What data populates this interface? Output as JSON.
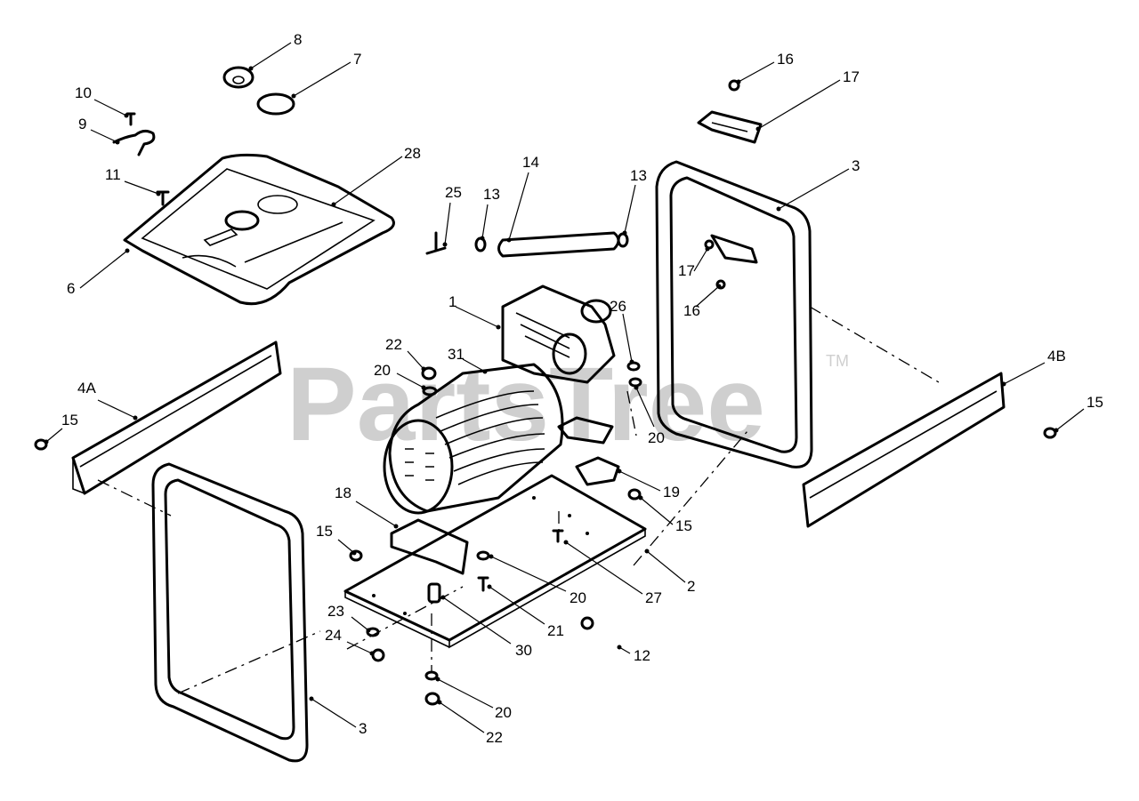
{
  "watermark": {
    "text": "PartsTree",
    "trademark": "TM"
  },
  "callouts": [
    {
      "id": "c-8",
      "label": "8"
    },
    {
      "id": "c-7",
      "label": "7"
    },
    {
      "id": "c-10",
      "label": "10"
    },
    {
      "id": "c-9",
      "label": "9"
    },
    {
      "id": "c-11",
      "label": "11"
    },
    {
      "id": "c-28",
      "label": "28"
    },
    {
      "id": "c-6",
      "label": "6"
    },
    {
      "id": "c-25",
      "label": "25"
    },
    {
      "id": "c-13a",
      "label": "13"
    },
    {
      "id": "c-14",
      "label": "14"
    },
    {
      "id": "c-13b",
      "label": "13"
    },
    {
      "id": "c-16a",
      "label": "16"
    },
    {
      "id": "c-17a",
      "label": "17"
    },
    {
      "id": "c-3a",
      "label": "3"
    },
    {
      "id": "c-17b",
      "label": "17"
    },
    {
      "id": "c-16b",
      "label": "16"
    },
    {
      "id": "c-1",
      "label": "1"
    },
    {
      "id": "c-26",
      "label": "26"
    },
    {
      "id": "c-22a",
      "label": "22"
    },
    {
      "id": "c-31",
      "label": "31"
    },
    {
      "id": "c-20a",
      "label": "20"
    },
    {
      "id": "c-20b",
      "label": "20"
    },
    {
      "id": "c-4A",
      "label": "4A"
    },
    {
      "id": "c-15a",
      "label": "15"
    },
    {
      "id": "c-4B",
      "label": "4B"
    },
    {
      "id": "c-15b",
      "label": "15"
    },
    {
      "id": "c-18",
      "label": "18"
    },
    {
      "id": "c-19",
      "label": "19"
    },
    {
      "id": "c-15c",
      "label": "15"
    },
    {
      "id": "c-15d",
      "label": "15"
    },
    {
      "id": "c-2",
      "label": "2"
    },
    {
      "id": "c-27",
      "label": "27"
    },
    {
      "id": "c-20c",
      "label": "20"
    },
    {
      "id": "c-21",
      "label": "21"
    },
    {
      "id": "c-23",
      "label": "23"
    },
    {
      "id": "c-24",
      "label": "24"
    },
    {
      "id": "c-30",
      "label": "30"
    },
    {
      "id": "c-12",
      "label": "12"
    },
    {
      "id": "c-20d",
      "label": "20"
    },
    {
      "id": "c-22b",
      "label": "22"
    },
    {
      "id": "c-3b",
      "label": "3"
    }
  ]
}
